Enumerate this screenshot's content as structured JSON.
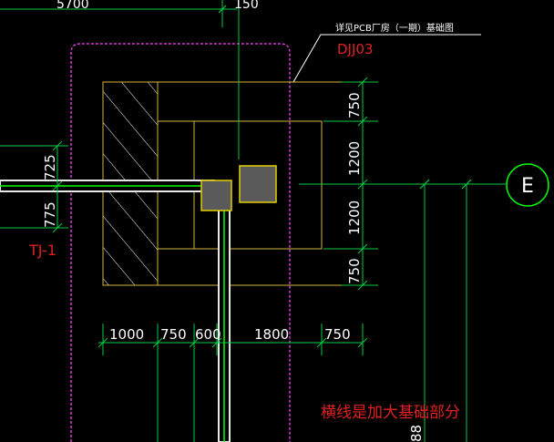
{
  "colors": {
    "background": "#000000",
    "dimension": "#00cc44",
    "bright_line": "#00ff00",
    "outline_yellow": "#d4b43a",
    "column_fill": "#5a5a5a",
    "column_border": "#e3d000",
    "pink_boundary": "#d43ad4",
    "red_text": "#e02020",
    "white_text": "#ffffff",
    "wall_white": "#e8e8e8"
  },
  "drawing": {
    "top_dims": [
      "5700",
      "150"
    ],
    "leader_note": "详见PCB厂房（一期）基础图",
    "foundation_label": "DJJ03",
    "beam_label": "TJ-1",
    "grid_axis": "E",
    "right_dims": [
      "750",
      "1200",
      "1200",
      "750"
    ],
    "left_dims": [
      "725",
      "775"
    ],
    "bottom_dims": [
      "1000",
      "750",
      "600",
      "1800",
      "750"
    ],
    "lower_dim": "88",
    "annotation": "横线是加大基础部分"
  }
}
